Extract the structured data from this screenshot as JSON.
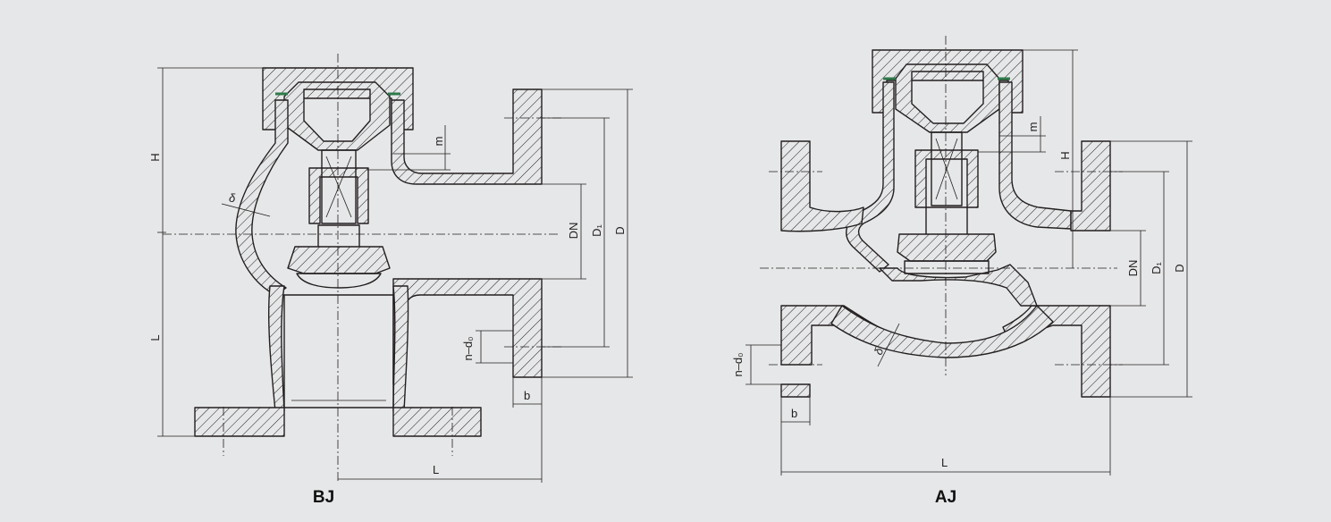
{
  "colors": {
    "background": "#e6e7e8",
    "line": "#231f20",
    "seal": "#2f7a4a"
  },
  "bj": {
    "title": "BJ",
    "labels": {
      "H": "H",
      "L_vertical": "L",
      "L_horizontal": "L",
      "m": "m",
      "delta": "δ",
      "DN": "DN",
      "D1": "D₁",
      "D": "D",
      "nd0": "n–d₀",
      "b": "b"
    }
  },
  "aj": {
    "title": "AJ",
    "labels": {
      "H": "H",
      "L": "L",
      "m": "m",
      "delta": "δ",
      "DN": "DN",
      "D1": "D₁",
      "D": "D",
      "nd0": "n–d₀",
      "b": "b"
    }
  }
}
